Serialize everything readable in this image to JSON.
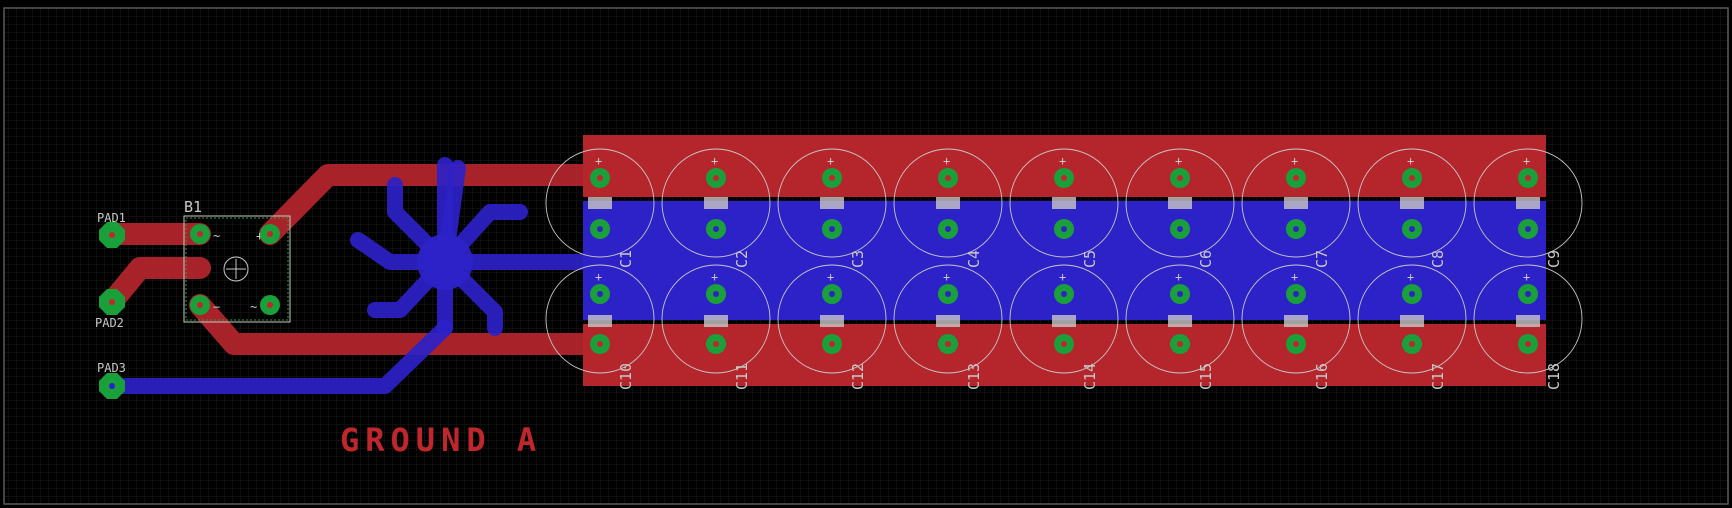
{
  "pads": [
    {
      "label": "PAD1",
      "color": "red"
    },
    {
      "label": "PAD2",
      "color": "red"
    },
    {
      "label": "PAD3",
      "color": "blue"
    }
  ],
  "bridge": {
    "label": "B1"
  },
  "ground_text": "GROUND A",
  "capacitors_top": [
    "C1",
    "C2",
    "C3",
    "C4",
    "C5",
    "C6",
    "C7",
    "C8",
    "C9"
  ],
  "capacitors_bottom": [
    "C10",
    "C11",
    "C12",
    "C13",
    "C14",
    "C15",
    "C16",
    "C17",
    "C18"
  ],
  "colors": {
    "background": "#000000",
    "grid": "#202020",
    "top_copper": "#c0272d",
    "bottom_copper": "#2d22c8",
    "pad": "#1aa03a",
    "silkscreen": "#c8c8c8",
    "text": "#c0272d"
  }
}
